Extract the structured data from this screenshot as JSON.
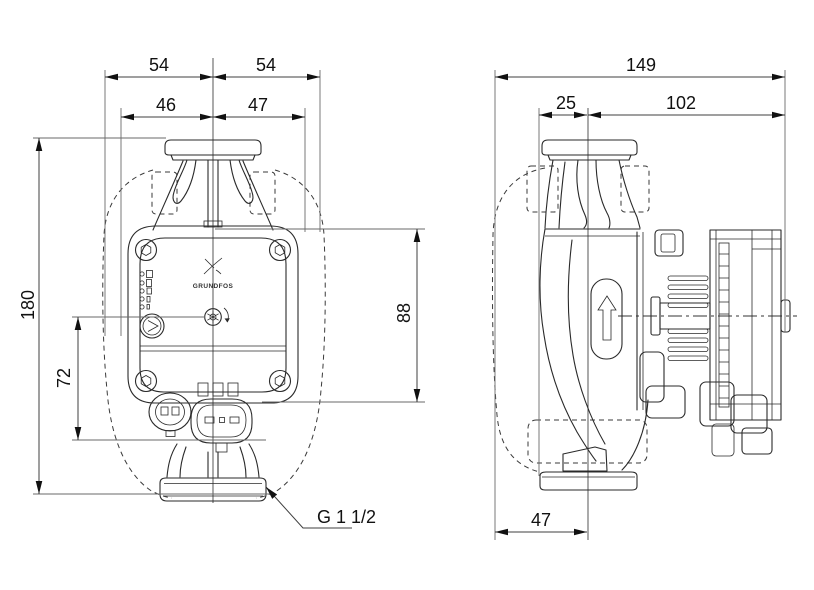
{
  "drawing": {
    "type": "technical-dimension-drawing",
    "brand_logo_text": "GRUNDFOS",
    "colors": {
      "background": "#ffffff",
      "part_line": "#2a2a2a",
      "dimension_line": "#3f3f3f",
      "text": "#111111"
    },
    "front_view": {
      "dims": {
        "top_outer_left": "54",
        "top_outer_right": "54",
        "top_inner_left": "46",
        "top_inner_right": "47",
        "overall_height": "180",
        "axis_to_connector_bottom": "72",
        "control_box_height": "88"
      },
      "connection_thread_label": "G 1 1/2"
    },
    "side_view": {
      "dims": {
        "overall_depth": "149",
        "shell_front_to_port_axis_top": "25",
        "port_axis_to_motor_end": "102",
        "shell_back_to_port_axis_bottom": "47"
      }
    }
  }
}
